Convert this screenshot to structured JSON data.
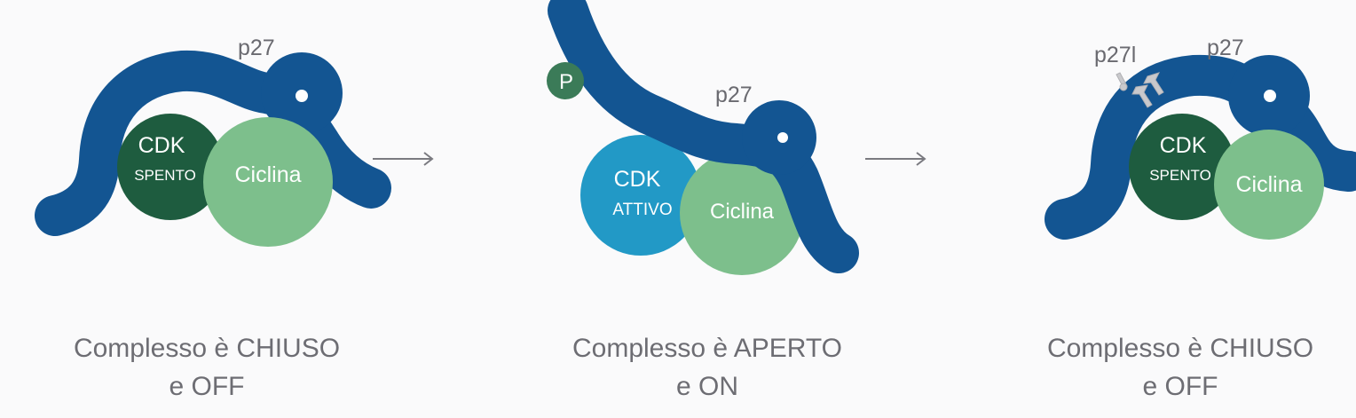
{
  "panels": [
    {
      "protein_label": "p27",
      "cdk_label": "CDK",
      "cdk_state": "SPENTO",
      "cyclin_label": "Ciclina",
      "caption_line1": "Complesso è CHIUSO",
      "caption_line2": "e OFF"
    },
    {
      "protein_label": "p27",
      "phospho_label": "P",
      "cdk_label": "CDK",
      "cdk_state": "ATTIVO",
      "cyclin_label": "Ciclina",
      "caption_line1": "Complesso è APERTO",
      "caption_line2": "e ON"
    },
    {
      "protein_label": "p27",
      "inhibitor_label": "p27l",
      "cdk_label": "CDK",
      "cdk_state": "SPENTO",
      "cyclin_label": "Ciclina",
      "caption_line1": "Complesso è CHIUSO",
      "caption_line2": "e OFF"
    }
  ],
  "colors": {
    "p27": "#135592",
    "cdk_off": "#1e5c3f",
    "cdk_on": "#2299c6",
    "cyclin": "#7dbf8c",
    "phospho": "#3b7b58",
    "text": "#6d6d73"
  }
}
